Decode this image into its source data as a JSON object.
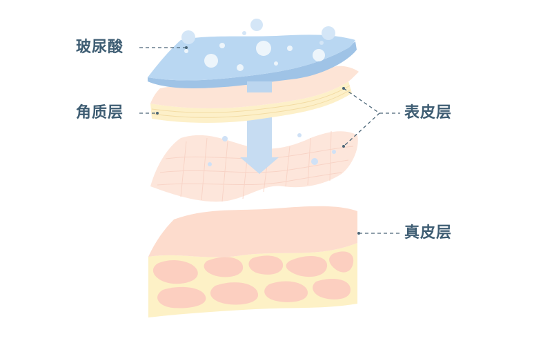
{
  "labels": {
    "hyaluronic": "玻尿酸",
    "stratum_corneum": "角质层",
    "epidermis": "表皮层",
    "dermis": "真皮层"
  },
  "colors": {
    "label_text": "#3e5d73",
    "leader_line": "#4a6577",
    "hyaluronic_layer": "#b9d7f2",
    "arrow": "#c6dcf2",
    "corneum_top": "#fde4d6",
    "corneum_side": "#fdf0c9",
    "epidermis": "#fde6db",
    "dermis_top": "#fddccd",
    "dermis_side": "#fdf1c6",
    "dermis_blobs": "#fccfc0"
  }
}
